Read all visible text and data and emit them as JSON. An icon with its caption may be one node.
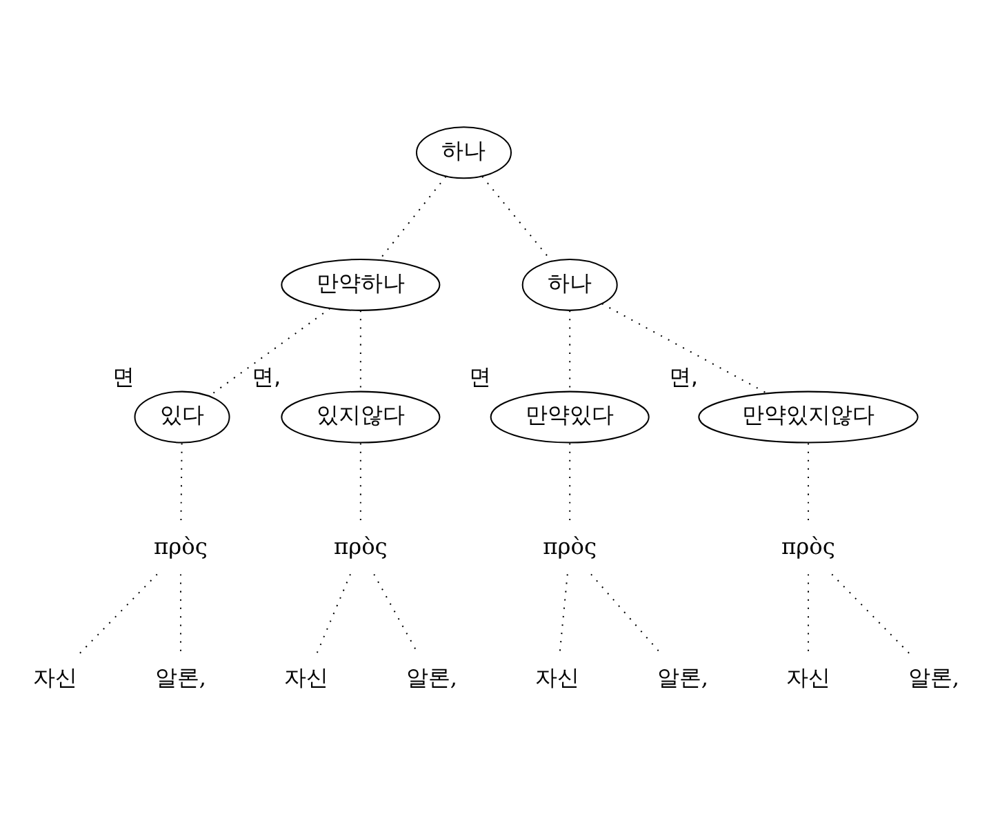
{
  "diagram": {
    "nodes": [
      {
        "text": [
          "하나"
        ]
      },
      {
        "text": [
          "만약하나"
        ]
      },
      {
        "text": [
          "하나"
        ]
      },
      {
        "text": [
          "있다"
        ],
        "beside": [
          "면"
        ]
      },
      {
        "text": [
          "있지않다"
        ],
        "beside": [
          "면,"
        ]
      },
      {
        "text": [
          "만약있다"
        ],
        "beside": [
          "면"
        ]
      },
      {
        "text": [
          "만약있지않다"
        ],
        "beside": [
          "면,"
        ]
      },
      {
        "text": [
          "πρὸς"
        ]
      },
      {
        "text": [
          "πρὸς"
        ]
      },
      {
        "text": [
          "πρὸς"
        ]
      },
      {
        "text": [
          "πρὸς"
        ]
      },
      {
        "text": [
          "자신"
        ]
      },
      {
        "text": [
          "알론,"
        ]
      },
      {
        "text": [
          "자신"
        ]
      },
      {
        "text": [
          "알론,"
        ]
      },
      {
        "text": [
          "자신"
        ]
      },
      {
        "text": [
          "알론,"
        ]
      },
      {
        "text": [
          "자신"
        ]
      },
      {
        "text": [
          "알론,"
        ]
      }
    ],
    "edges": [
      {
        "from": 0,
        "to": 1,
        "arrow": "none"
      },
      {
        "from": 0,
        "to": 2,
        "arrow": "none"
      },
      {
        "from": 1,
        "to": 3,
        "arrow": "none"
      },
      {
        "from": 1,
        "to": 4,
        "arrow": "none"
      },
      {
        "from": 2,
        "to": 5,
        "arrow": "none"
      },
      {
        "from": 2,
        "to": 6,
        "arrow": "none"
      },
      {
        "from": 3,
        "to": 7,
        "arrow": "none"
      },
      {
        "from": 4,
        "to": 8,
        "arrow": "none"
      },
      {
        "from": 5,
        "to": 9,
        "arrow": "none"
      },
      {
        "from": 6,
        "to": 10,
        "arrow": "none"
      },
      {
        "from": 7,
        "to": 11,
        "arrow": "none"
      },
      {
        "from": 7,
        "to": 12,
        "arrow": "none"
      },
      {
        "from": 8,
        "to": 13,
        "arrow": "none"
      },
      {
        "from": 8,
        "to": 14,
        "arrow": "none"
      },
      {
        "from": 9,
        "to": 15,
        "arrow": "none"
      },
      {
        "from": 9,
        "to": 16,
        "arrow": "none"
      },
      {
        "from": 10,
        "to": 17,
        "arrow": "none"
      },
      {
        "from": 10,
        "to": 18,
        "arrow": "none"
      }
    ]
  }
}
